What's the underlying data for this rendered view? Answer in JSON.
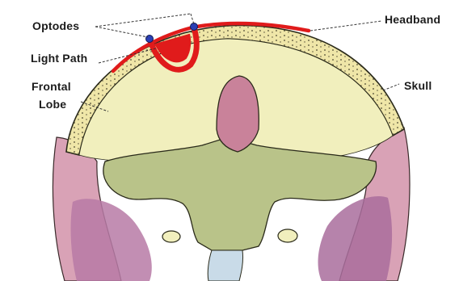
{
  "labels": {
    "optodes": "Optodes",
    "headband": "Headband",
    "light_path": "Light Path",
    "frontal_line1": "Frontal",
    "frontal_line2": "Lobe",
    "skull": "Skull"
  },
  "colors": {
    "background": "#ffffff",
    "headband": "#e01b1b",
    "optode": "#2a3fb5",
    "brain_tissue": "#f1efbd",
    "skull_bone": "#efe6a8",
    "skull_outline": "#2a2a1a",
    "cranial_base": "#b9c389",
    "muscle_pink": "#d9a2b6",
    "muscle_dark": "#a9557c",
    "label_text": "#1c1c1c",
    "pointer_line": "#333333"
  },
  "icons": {
    "optode_marker": "optode-dot-icon"
  }
}
